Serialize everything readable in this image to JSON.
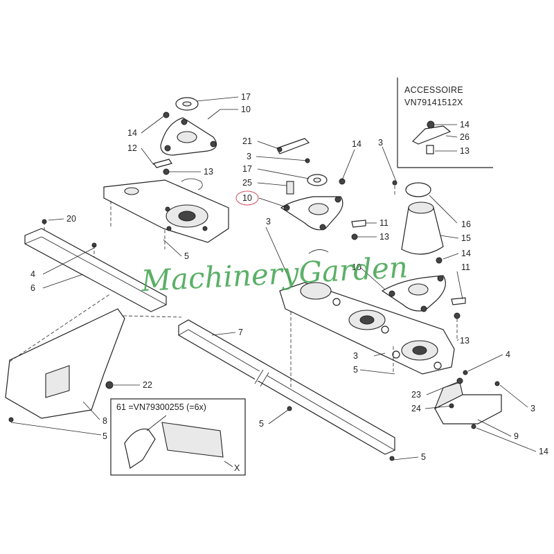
{
  "accessory": {
    "title": "ACCESSOIRE",
    "code": "VN79141512X"
  },
  "inset": {
    "text": "61  =VN79300255  (=6x)",
    "marker": "X"
  },
  "watermark": "MachineryGarden",
  "callouts": {
    "c17a": "17",
    "c10a": "10",
    "c14a": "14",
    "c12": "12",
    "c13a": "13",
    "c21": "21",
    "c3a": "3",
    "c17b": "17",
    "c25": "25",
    "c10b": "10",
    "c14b": "14",
    "c11a": "11",
    "c13b": "13",
    "c3b": "3",
    "c20": "20",
    "c4a": "4",
    "c6": "6",
    "c5a": "5",
    "c16": "16",
    "c15": "15",
    "c14c": "14",
    "c11b": "11",
    "c10c": "10",
    "c13c": "13",
    "c3c": "3",
    "c5b": "5",
    "c7": "7",
    "c4b": "4",
    "c23": "23",
    "c24": "24",
    "c3d": "3",
    "c9": "9",
    "c14d": "14",
    "c22": "22",
    "c8": "8",
    "c5c": "5",
    "c5d": "5",
    "c5e": "5",
    "acc14": "14",
    "acc26": "26",
    "acc13": "13",
    "c3e": "3"
  }
}
